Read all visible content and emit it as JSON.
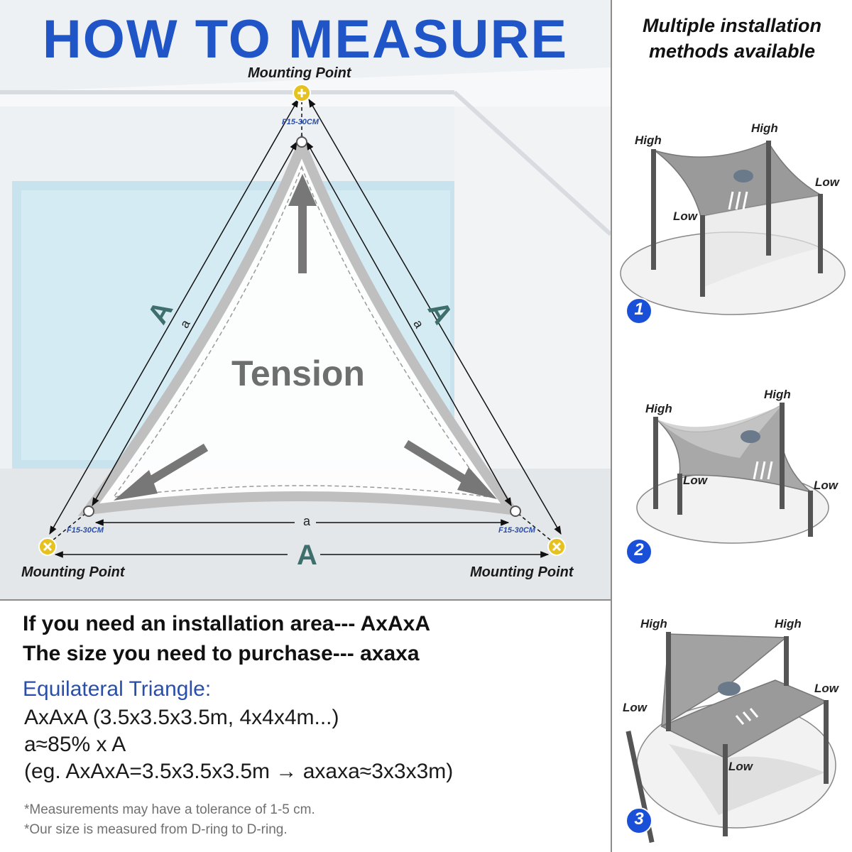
{
  "title": "HOW TO MEASURE",
  "diagram": {
    "mounting_point_top": "Mounting Point",
    "mounting_point_left": "Mounting Point",
    "mounting_point_right": "Mounting Point",
    "f_top": "F15-30CM",
    "f_left": "F15-30CM",
    "f_right": "F15-30CM",
    "side_A_left": "A",
    "side_A_right": "A",
    "side_A_bottom": "A",
    "side_a_left": "a",
    "side_a_right": "a",
    "side_a_bottom": "a",
    "tension": "Tension"
  },
  "bottom": {
    "line1": "If you need an installation area--- AxAxA",
    "line2": "The size you need to purchase--- axaxa",
    "heading": "Equilateral Triangle:",
    "detail1": "AxAxA (3.5x3.5x3.5m, 4x4x4m...)",
    "detail2": "a≈85% x A",
    "detail3": "(eg. AxAxA=3.5x3.5x3.5m → axaxa≈3x3x3m)",
    "note1": "*Measurements may have a tolerance of 1-5 cm.",
    "note2": "*Our size is measured from D-ring to D-ring."
  },
  "right": {
    "title_line1": "Multiple installation",
    "title_line2": "methods available",
    "methods": [
      {
        "number": "1",
        "high_left": "High",
        "high_right": "High",
        "low_left": "Low",
        "low_right": "Low"
      },
      {
        "number": "2",
        "high_left": "High",
        "high_right": "High",
        "low_left": "Low",
        "low_right": "Low"
      },
      {
        "number": "3",
        "high_left": "High",
        "high_right": "High",
        "low_left": "Low",
        "low_right": "Low"
      }
    ]
  },
  "colors": {
    "title_blue": "#1f55c7",
    "mount_yellow": "#e5c21f",
    "label_teal": "#3f6f6c",
    "badge_blue": "#1a4fd8",
    "shade_gray": "#9a9a9a"
  }
}
